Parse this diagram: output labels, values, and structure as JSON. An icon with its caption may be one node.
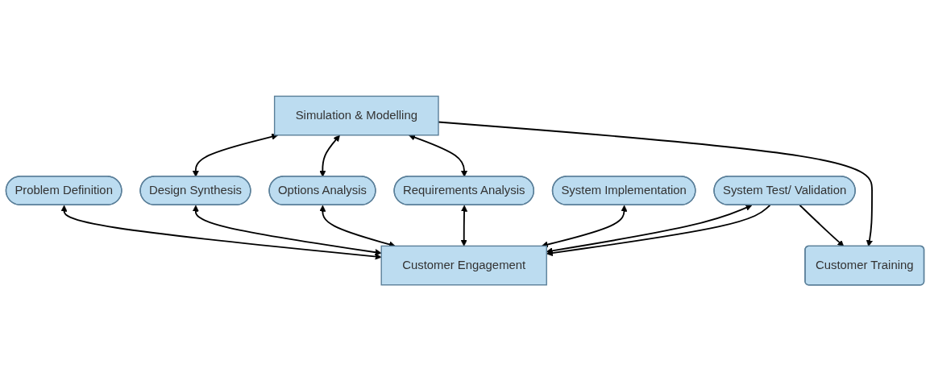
{
  "diagram": {
    "nodes": [
      {
        "text": [
          "Simulation & Modelling"
        ]
      },
      {
        "text": [
          "Customer Training"
        ]
      },
      {
        "text": [
          "Problem Definition"
        ]
      },
      {
        "text": [
          "Requirements Analysis"
        ]
      },
      {
        "text": [
          "Options Analysis"
        ]
      },
      {
        "text": [
          "Design Synthesis"
        ]
      },
      {
        "text": [
          "System Implementation"
        ]
      },
      {
        "text": [
          "System Test/ Validation"
        ]
      },
      {
        "text": [
          "Customer Engagement"
        ]
      }
    ],
    "edges": [
      {
        "from": 0,
        "to": 1,
        "arrow": "to"
      },
      {
        "from": 0,
        "to": 3,
        "arrow": "both"
      },
      {
        "from": 0,
        "to": 4,
        "arrow": "both"
      },
      {
        "from": 0,
        "to": 5,
        "arrow": "both"
      },
      {
        "from": 7,
        "to": 1,
        "arrow": "to"
      },
      {
        "from": 2,
        "to": 8,
        "arrow": "both"
      },
      {
        "from": 3,
        "to": 8,
        "arrow": "both"
      },
      {
        "from": 4,
        "to": 8,
        "arrow": "both"
      },
      {
        "from": 5,
        "to": 8,
        "arrow": "both"
      },
      {
        "from": 6,
        "to": 8,
        "arrow": "both"
      },
      {
        "from": 7,
        "to": 8,
        "arrow": "to"
      },
      {
        "from": 7,
        "to": 8,
        "arrow": "both"
      }
    ]
  }
}
